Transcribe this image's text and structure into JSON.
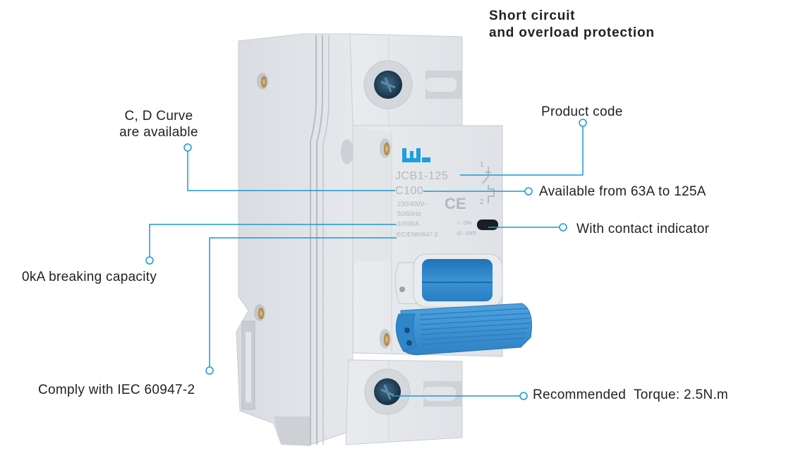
{
  "headline": {
    "line1": "Short circuit",
    "line2": "and overload protection"
  },
  "callouts": {
    "curve": {
      "line1": "C, D Curve",
      "line2": "are available"
    },
    "breaking": "0kA breaking capacity",
    "comply": "Comply with IEC 60947-2",
    "product_code": "Product code",
    "rating": "Available from 63A to 125A",
    "indicator": "With contact indicator",
    "torque": "Recommended  Torque: 2.5N.m"
  },
  "product": {
    "brand": "WL",
    "model": "JCB1-125",
    "rating": "C100",
    "voltage": "230/400V~",
    "frequency": "50/60Hz",
    "capacity": "10000A",
    "standard": "IEC/EN60947-2",
    "ce_mark": "CE",
    "terminal_top": "1",
    "terminal_bottom": "2",
    "on_label": "I - ON",
    "off_label": "O - OFF"
  },
  "colors": {
    "accent": "#1a9ad6",
    "body": "#dde0e5",
    "handle": "#2f86c8",
    "text": "#231f20"
  }
}
